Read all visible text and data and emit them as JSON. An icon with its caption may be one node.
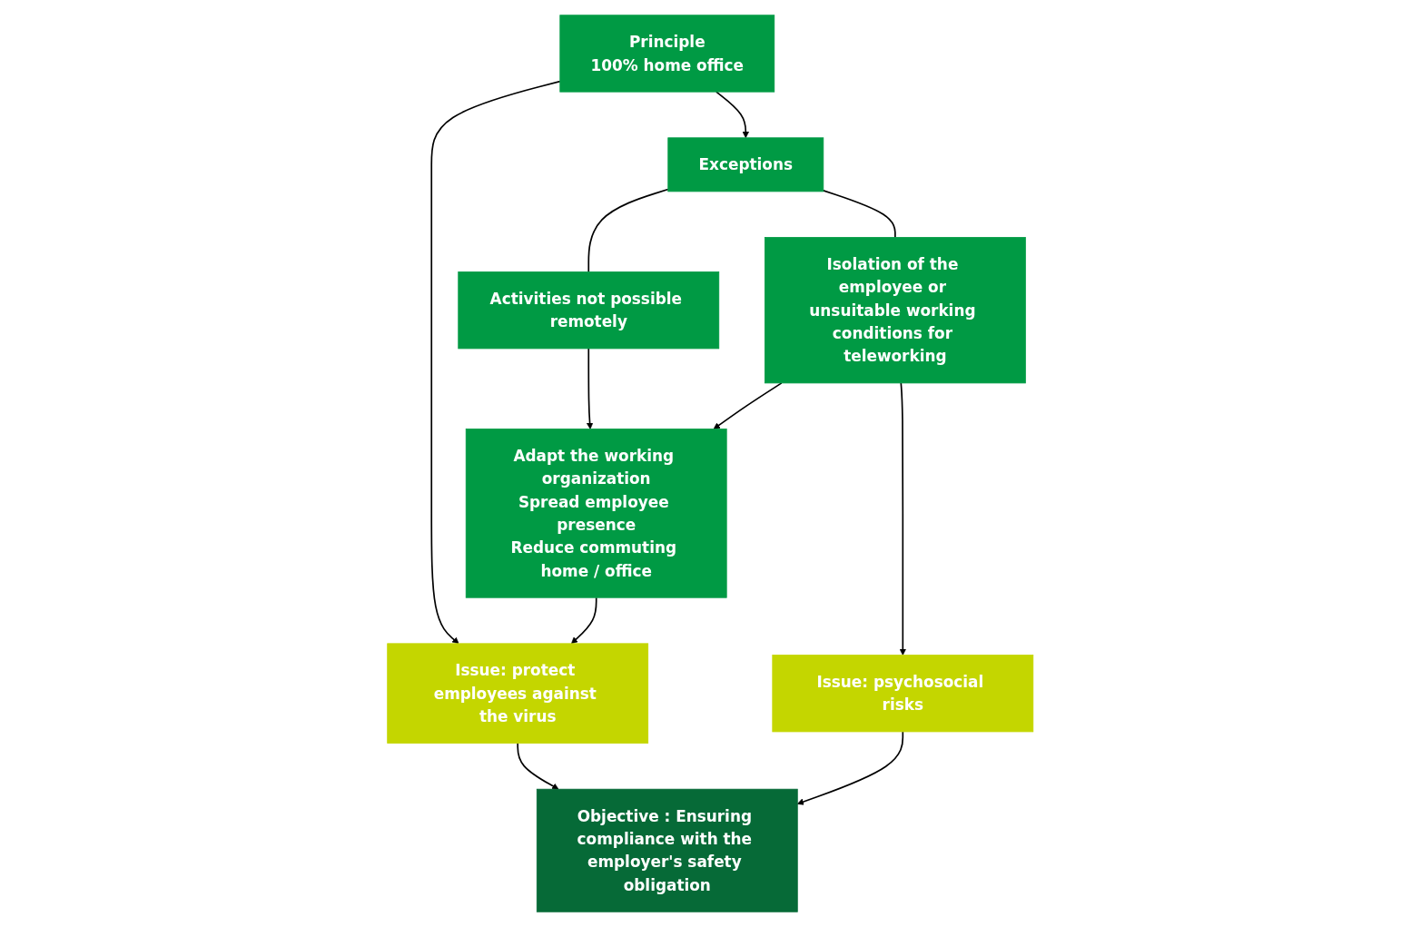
{
  "diagram": {
    "nodes": [
      {
        "text": [
          "Principle",
          "100% home office"
        ]
      },
      {
        "text": [
          "Exceptions"
        ]
      },
      {
        "text": [
          "Activities not possible remotely"
        ]
      },
      {
        "text": [
          "Isolation of the employee or unsuitable working conditions for teleworking"
        ]
      },
      {
        "text": [
          "Issue: protect employees against the virus"
        ]
      },
      {
        "text": [
          "Adapt the working organization",
          "Spread employee presence",
          "Reduce commuting home / office"
        ]
      },
      {
        "text": [
          "Issue: psychosocial risks"
        ]
      },
      {
        "text": [
          "Objective : Ensuring compliance with the employer's safety obligation"
        ]
      }
    ],
    "edges": [
      {
        "from": 0,
        "to": 1,
        "arrow": "to"
      },
      {
        "from": 1,
        "to": 2,
        "arrow": "none"
      },
      {
        "from": 1,
        "to": 3,
        "arrow": "none"
      },
      {
        "from": 0,
        "to": 4,
        "arrow": "to"
      },
      {
        "from": 2,
        "to": 5,
        "arrow": "to"
      },
      {
        "from": 3,
        "to": 5,
        "arrow": "to"
      },
      {
        "from": 3,
        "to": 6,
        "arrow": "to"
      },
      {
        "from": 5,
        "to": 4,
        "arrow": "to"
      },
      {
        "from": 4,
        "to": 7,
        "arrow": "to"
      },
      {
        "from": 6,
        "to": 7,
        "arrow": "to"
      }
    ]
  }
}
